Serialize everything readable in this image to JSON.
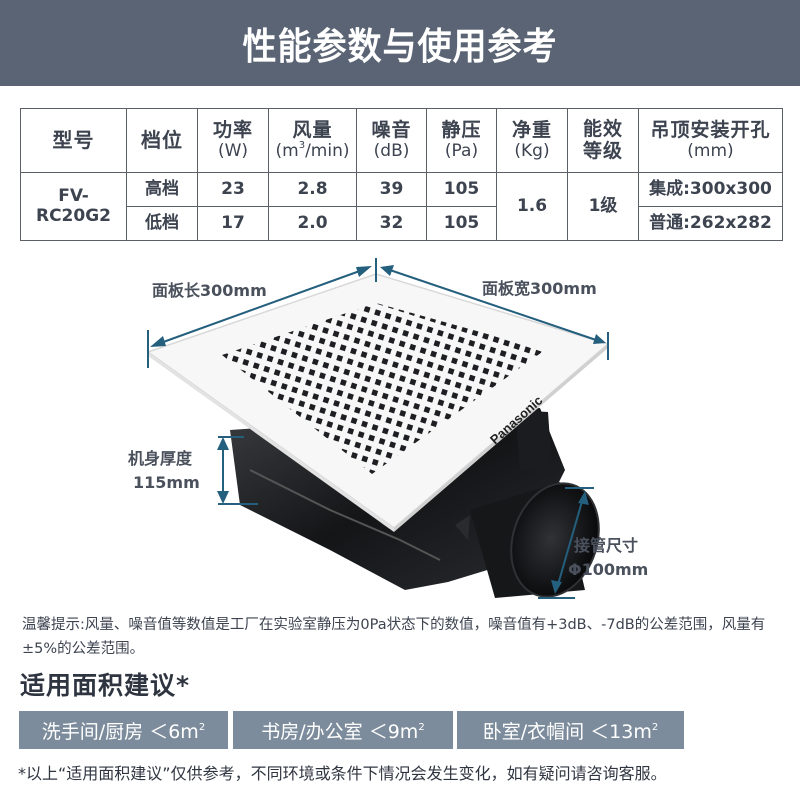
{
  "header": {
    "title": "性能参数与使用参考"
  },
  "spec_table": {
    "headers": [
      {
        "main": "型号",
        "unit": ""
      },
      {
        "main": "档位",
        "unit": ""
      },
      {
        "main": "功率",
        "unit": "(W)"
      },
      {
        "main": "风量",
        "unit_pre": "(m",
        "unit_sup": "3",
        "unit_post": "/min)"
      },
      {
        "main": "噪音",
        "unit": "(dB)"
      },
      {
        "main": "静压",
        "unit": "(Pa)"
      },
      {
        "main": "净重",
        "unit": "(Kg)"
      },
      {
        "main": "能效",
        "unit": "等级"
      },
      {
        "main": "吊顶安装开孔",
        "unit": "(mm)"
      }
    ],
    "model": "FV-RC20G2",
    "rows": [
      {
        "gear": "高档",
        "power": "23",
        "airflow": "2.8",
        "noise": "39",
        "static_pressure": "105",
        "opening": "集成:300x300"
      },
      {
        "gear": "低档",
        "power": "17",
        "airflow": "2.0",
        "noise": "32",
        "static_pressure": "105",
        "opening": "普通:262x282"
      }
    ],
    "net_weight": "1.6",
    "energy_grade": "1级"
  },
  "product": {
    "brand": "Panasonic",
    "dimensions": {
      "panel_length": "面板长300mm",
      "panel_width": "面板宽300mm",
      "body_thickness_label": "机身厚度",
      "body_thickness_value": "115mm",
      "duct_label": "接管尺寸",
      "duct_value": "Φ100mm"
    }
  },
  "notice": "温馨提示:风量、噪音值等数值是工厂在实验室静压为0Pa状态下的数值，噪音值有+3dB、-7dB的公差范围，风量有±5%的公差范围。",
  "area_section": {
    "title": "适用面积建议*",
    "tags": [
      {
        "label": "洗手间/厨房 ＜6m",
        "sup": "2"
      },
      {
        "label": "书房/办公室 ＜9m",
        "sup": "2"
      },
      {
        "label": "卧室/衣帽间 ＜13m",
        "sup": "2"
      }
    ],
    "disclaimer": "*以上“适用面积建议”仅供参考，不同环境或条件下情况会发生变化，如有疑问请咨询客服。"
  },
  "colors": {
    "header_bg": "#5a6474",
    "tag_bg": "#7d8c9c",
    "dimension_line": "#245f7e",
    "text": "#3d4450"
  }
}
